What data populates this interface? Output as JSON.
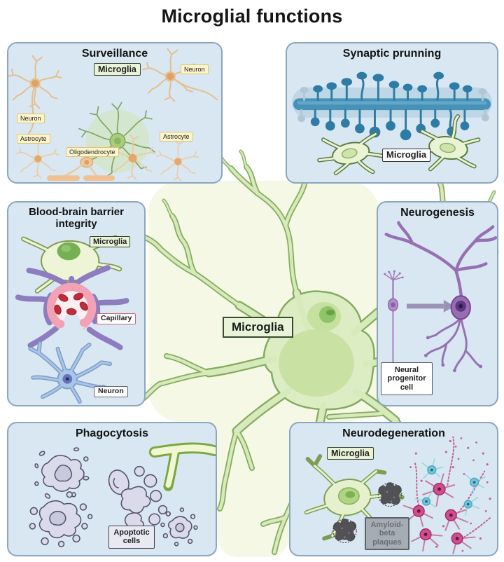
{
  "figure_title": "Microglial functions",
  "center_label": "Microglia",
  "panels": {
    "surveillance": {
      "title": "Surveillance",
      "microglia_label": "Microglia",
      "neuron_label_right": "Neuron",
      "neuron_label_left": "Neuron",
      "astrocyte_label_left": "Astrocyte",
      "astrocyte_label_right": "Astrocyte",
      "oligodendrocyte_label": "Oligodendrocyte"
    },
    "synaptic_pruning": {
      "title": "Synaptic prunning",
      "microglia_label": "Microglia"
    },
    "blood_brain_barrier": {
      "title": "Blood-brain barrier integrity",
      "microglia_label": "Microglia",
      "capillary_label": "Capillary",
      "neuron_label": "Neuron"
    },
    "neurogenesis": {
      "title": "Neurogenesis",
      "progenitor_label": "Neural progenitor cell"
    },
    "phagocytosis": {
      "title": "Phagocytosis",
      "apoptotic_label": "Apoptotic cells"
    },
    "neurodegeneration": {
      "title": "Neurodegeneration",
      "microglia_label": "Microglia",
      "amyloid_label": "Amyloid-beta plaques"
    }
  },
  "colors": {
    "panel_bg": "#d8e7f1",
    "panel_border": "#8ca6c0",
    "microglia_fill": "#d7eabb",
    "microglia_outline": "#85ab5e",
    "dendrite_blue": "#4792b8",
    "spine_blue": "#2e7ca6",
    "neuron_tan": "#e7bd8d",
    "neuron_blue": "#aac6e6",
    "purple": "#9a6cb4",
    "capillary_pink": "#f2a2b4",
    "rbc_red": "#c22b38",
    "apoptotic_lavender": "#dadaea",
    "plaque_gray": "#515156",
    "degeneration_pink": "#cc4f8e",
    "degeneration_cyan": "#77c6da"
  }
}
